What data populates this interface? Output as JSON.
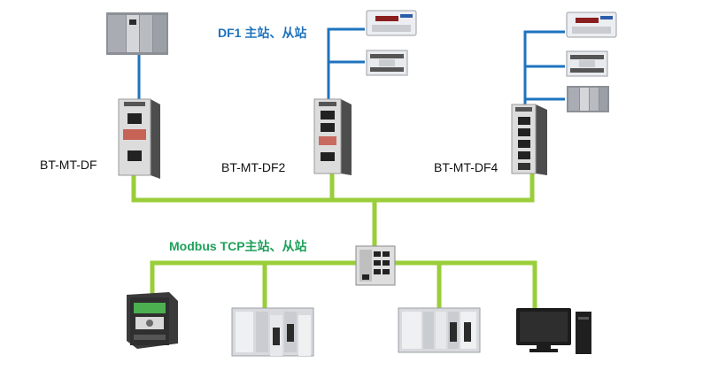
{
  "titles": {
    "df1": "DF1 主站、从站",
    "modbus": "Modbus TCP主站、从站"
  },
  "gateways": [
    {
      "label": "BT-MT-DF"
    },
    {
      "label": "BT-MT-DF2"
    },
    {
      "label": "BT-MT-DF4"
    }
  ],
  "colors": {
    "df1_line": "#1e73be",
    "ethernet_line": "#9acd3a",
    "gateway_body": "#d9d9d9",
    "gateway_side": "#5a5a5a",
    "plc_body": "#c9ccd0",
    "modbus_title": "#1fa05a",
    "df1_title": "#1e73be"
  },
  "icons": [
    "plc-rack-icon",
    "hmi-panel-icon",
    "io-module-icon",
    "industrial-switch-icon",
    "vfd-drive-icon",
    "modular-plc-icon",
    "desktop-computer-icon"
  ]
}
